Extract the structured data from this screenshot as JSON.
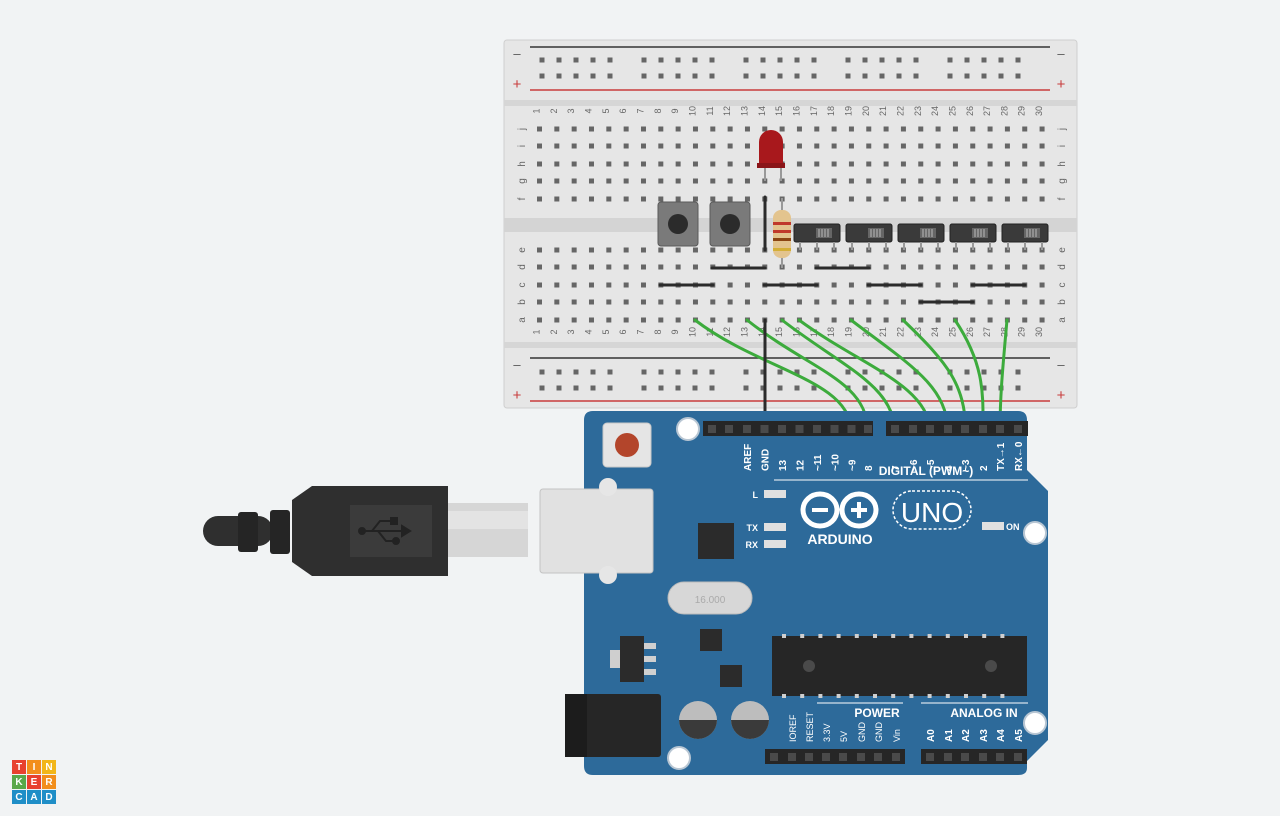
{
  "breadboard": {
    "rail_minus": "–",
    "rail_plus": "+",
    "row_letters_top": [
      "j",
      "i",
      "h",
      "g",
      "f"
    ],
    "row_letters_bottom": [
      "e",
      "d",
      "c",
      "b",
      "a"
    ],
    "column_numbers": [
      "1",
      "2",
      "3",
      "4",
      "5",
      "6",
      "7",
      "8",
      "9",
      "10",
      "11",
      "12",
      "13",
      "14",
      "15",
      "16",
      "17",
      "18",
      "19",
      "20",
      "21",
      "22",
      "23",
      "24",
      "25",
      "26",
      "27",
      "28",
      "29",
      "30"
    ]
  },
  "arduino": {
    "logo_text": "ARDUINO",
    "model_label": "UNO",
    "digital_header": "DIGITAL (PWM~)",
    "digital_pins": [
      "AREF",
      "GND",
      "13",
      "12",
      "~11",
      "~10",
      "~9",
      "8",
      "7",
      "~6",
      "~5",
      "4",
      "~3",
      "2",
      "TX→1",
      "RX←0"
    ],
    "led_labels": [
      "L",
      "TX",
      "RX"
    ],
    "on_label": "ON",
    "crystal_label": "16.000",
    "power_header": "POWER",
    "power_pins": [
      "IOREF",
      "RESET",
      "3.3V",
      "5V",
      "GND",
      "GND",
      "Vin"
    ],
    "analog_header": "ANALOG IN",
    "analog_pins": [
      "A0",
      "A1",
      "A2",
      "A3",
      "A4",
      "A5"
    ]
  },
  "logo": {
    "letters": [
      "T",
      "I",
      "N",
      "K",
      "E",
      "R",
      "C",
      "A",
      "D"
    ],
    "colors": [
      "#e8412f",
      "#f28e1c",
      "#f2b619",
      "#5aa84a",
      "#e8412f",
      "#f28e1c",
      "#1f8ec7",
      "#1f8ec7",
      "#1f8ec7"
    ]
  },
  "colors": {
    "board_blue": "#2d6a9a",
    "breadboard": "#e6e6e6",
    "wire_green": "#3cab3c",
    "rail_red": "#c83c3c",
    "led_red": "#a8181c"
  }
}
